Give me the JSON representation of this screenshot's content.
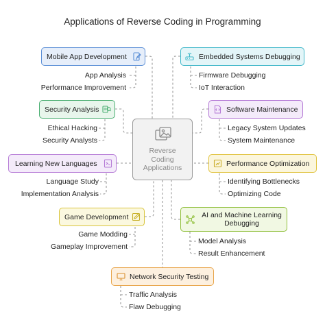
{
  "title": "Applications of Reverse Coding in Programming",
  "center": {
    "lines": [
      "Reverse",
      "Coding",
      "Applications"
    ]
  },
  "branches": {
    "mobile": {
      "label": "Mobile App Development",
      "items": [
        "App Analysis",
        "Performance Improvement"
      ],
      "color": "#5b8fd6",
      "fill": "#e6eefa",
      "icon": "mobile-edit-icon"
    },
    "security": {
      "label": "Security Analysis",
      "items": [
        "Ethical Hacking",
        "Security Analysts"
      ],
      "color": "#4caf73",
      "fill": "#e8f6ec",
      "icon": "security-analysis-icon"
    },
    "languages": {
      "label": "Learning New Languages",
      "items": [
        "Language Study",
        "Implementation Analysis"
      ],
      "color": "#b57ad6",
      "fill": "#f4ebfa",
      "icon": "terminal-icon"
    },
    "game": {
      "label": "Game Development",
      "items": [
        "Game Modding",
        "Gameplay Improvement"
      ],
      "color": "#d9c43a",
      "fill": "#fbf8df",
      "icon": "edit-square-icon"
    },
    "embedded": {
      "label": "Embedded Systems Debugging",
      "items": [
        "Firmware Debugging",
        "IoT Interaction"
      ],
      "color": "#3fb7c9",
      "fill": "#e3f5f8",
      "icon": "router-icon"
    },
    "software": {
      "label": "Software Maintenance",
      "items": [
        "Legacy System Updates",
        "System Maintenance"
      ],
      "color": "#b57ad6",
      "fill": "#f4ebfa",
      "icon": "code-file-icon"
    },
    "performance": {
      "label": "Performance Optimization",
      "items": [
        "Identifying Bottlenecks",
        "Optimizing Code"
      ],
      "color": "#e0c23a",
      "fill": "#fbf6dd",
      "icon": "optimization-icon"
    },
    "ai": {
      "label": "AI and Machine Learning Debugging",
      "label_lines": [
        "AI and Machine Learning",
        "Debugging"
      ],
      "items": [
        "Model Analysis",
        "Result Enhancement"
      ],
      "color": "#8fbf3a",
      "fill": "#f1f8e3",
      "icon": "ai-network-icon"
    },
    "network": {
      "label": "Network Security Testing",
      "items": [
        "Traffic Analysis",
        "Flaw Debugging"
      ],
      "color": "#e8a54a",
      "fill": "#fdf0df",
      "icon": "monitor-icon"
    }
  }
}
